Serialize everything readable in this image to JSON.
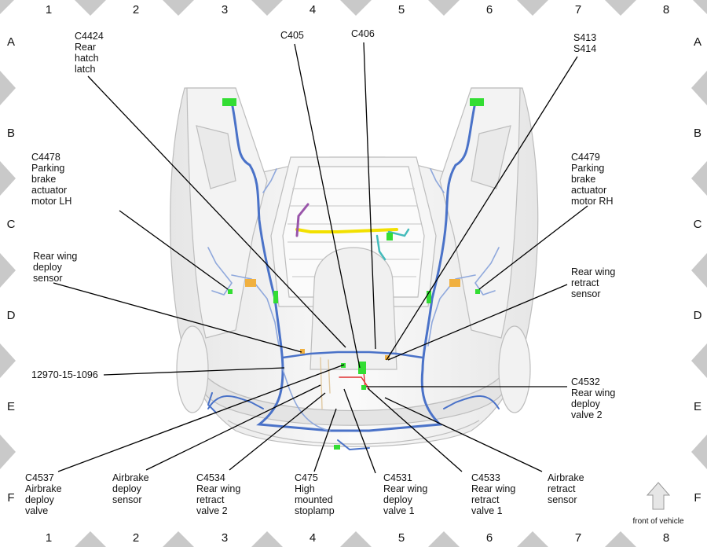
{
  "grid": {
    "columns": [
      "1",
      "2",
      "3",
      "4",
      "5",
      "6",
      "7",
      "8"
    ],
    "rows": [
      "A",
      "B",
      "C",
      "D",
      "E",
      "F"
    ]
  },
  "callouts": {
    "c4424": [
      "C4424",
      "Rear",
      "hatch",
      "latch"
    ],
    "c405": [
      "C405"
    ],
    "c406": [
      "C406"
    ],
    "s413": [
      "S413",
      "S414"
    ],
    "c4478": [
      "C4478",
      "Parking",
      "brake",
      "actuator",
      "motor LH"
    ],
    "c4479": [
      "C4479",
      "Parking",
      "brake",
      "actuator",
      "motor RH"
    ],
    "rear_wing_deploy_sensor": [
      "Rear wing",
      "deploy",
      "sensor"
    ],
    "rear_wing_retract_sensor": [
      "Rear wing",
      "retract",
      "sensor"
    ],
    "harness_id": [
      "12970-15-1096"
    ],
    "c4532": [
      "C4532",
      "Rear wing",
      "deploy",
      "valve 2"
    ],
    "c4537": [
      "C4537",
      "Airbrake",
      "deploy",
      "valve"
    ],
    "airbrake_deploy_sensor": [
      "Airbrake",
      "deploy",
      "sensor"
    ],
    "c4534": [
      "C4534",
      "Rear wing",
      "retract",
      "valve 2"
    ],
    "c475": [
      "C475",
      "High",
      "mounted",
      "stoplamp"
    ],
    "c4531": [
      "C4531",
      "Rear wing",
      "deploy",
      "valve 1"
    ],
    "c4533": [
      "C4533",
      "Rear wing",
      "retract",
      "valve 1"
    ],
    "airbrake_retract_sensor": [
      "Airbrake",
      "retract",
      "sensor"
    ]
  },
  "front_label": "front of vehicle",
  "colors": {
    "harness_blue": "#4a72c8",
    "harness_light_blue": "#8fa8dc",
    "connector_green": "#33dd33",
    "yellow_wire": "#f2e000",
    "purple_wire": "#9955aa",
    "teal_wire": "#44bbbb",
    "orange_connector": "#f0b040",
    "red_wire": "#e03030",
    "body_outline": "#c8c8c8"
  }
}
